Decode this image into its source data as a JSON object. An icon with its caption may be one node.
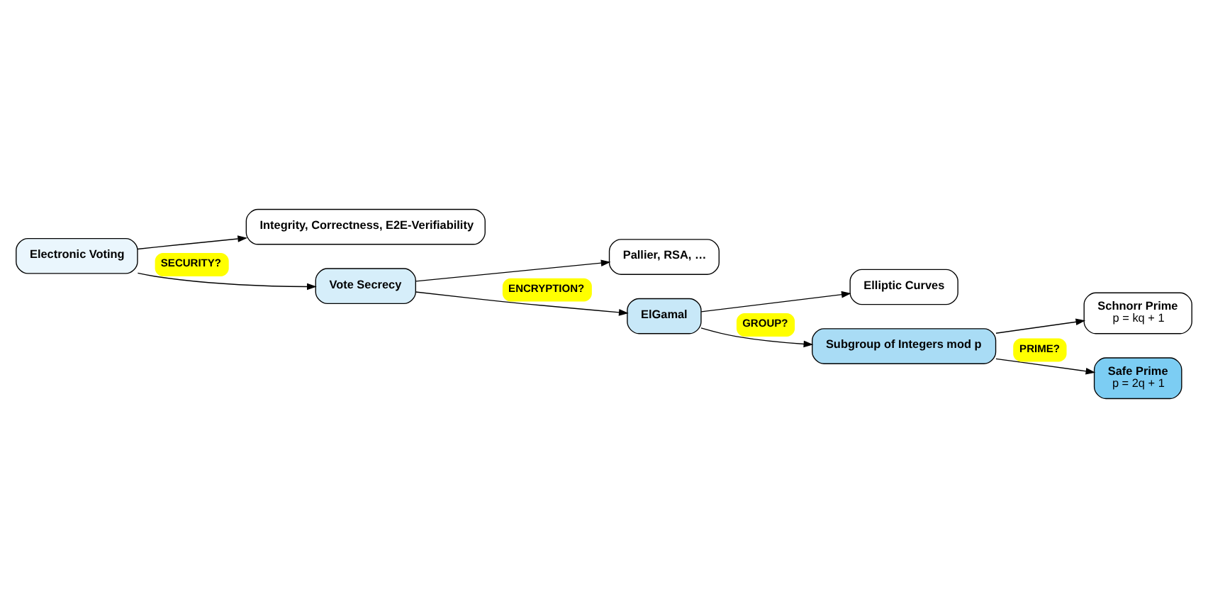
{
  "diagram": {
    "nodes": [
      {
        "text": [
          "Electronic Voting"
        ]
      },
      {
        "text": [
          "Integrity, Correctness, E2E-Verifiability"
        ]
      },
      {
        "text": [
          "Vote Secrecy"
        ]
      },
      {
        "text": [
          "Pallier, RSA, …"
        ]
      },
      {
        "text": [
          "ElGamal"
        ]
      },
      {
        "text": [
          "Elliptic Curves"
        ]
      },
      {
        "text": [
          "Subgroup of Integers mod p"
        ]
      },
      {
        "text": [
          "Schnorr Prime",
          "p = kq + 1"
        ]
      },
      {
        "text": [
          "Safe Prime",
          "p = 2q + 1"
        ]
      }
    ],
    "edges": [
      {
        "from": 0,
        "to": 1,
        "arrow": "to"
      },
      {
        "from": 0,
        "to": 2,
        "arrow": "to",
        "label": "SECURITY?"
      },
      {
        "from": 2,
        "to": 3,
        "arrow": "to"
      },
      {
        "from": 2,
        "to": 4,
        "arrow": "to",
        "label": "ENCRYPTION?"
      },
      {
        "from": 4,
        "to": 5,
        "arrow": "to"
      },
      {
        "from": 4,
        "to": 6,
        "arrow": "to",
        "label": "GROUP?"
      },
      {
        "from": 6,
        "to": 7,
        "arrow": "to"
      },
      {
        "from": 6,
        "to": 8,
        "arrow": "to",
        "label": "PRIME?"
      }
    ]
  }
}
